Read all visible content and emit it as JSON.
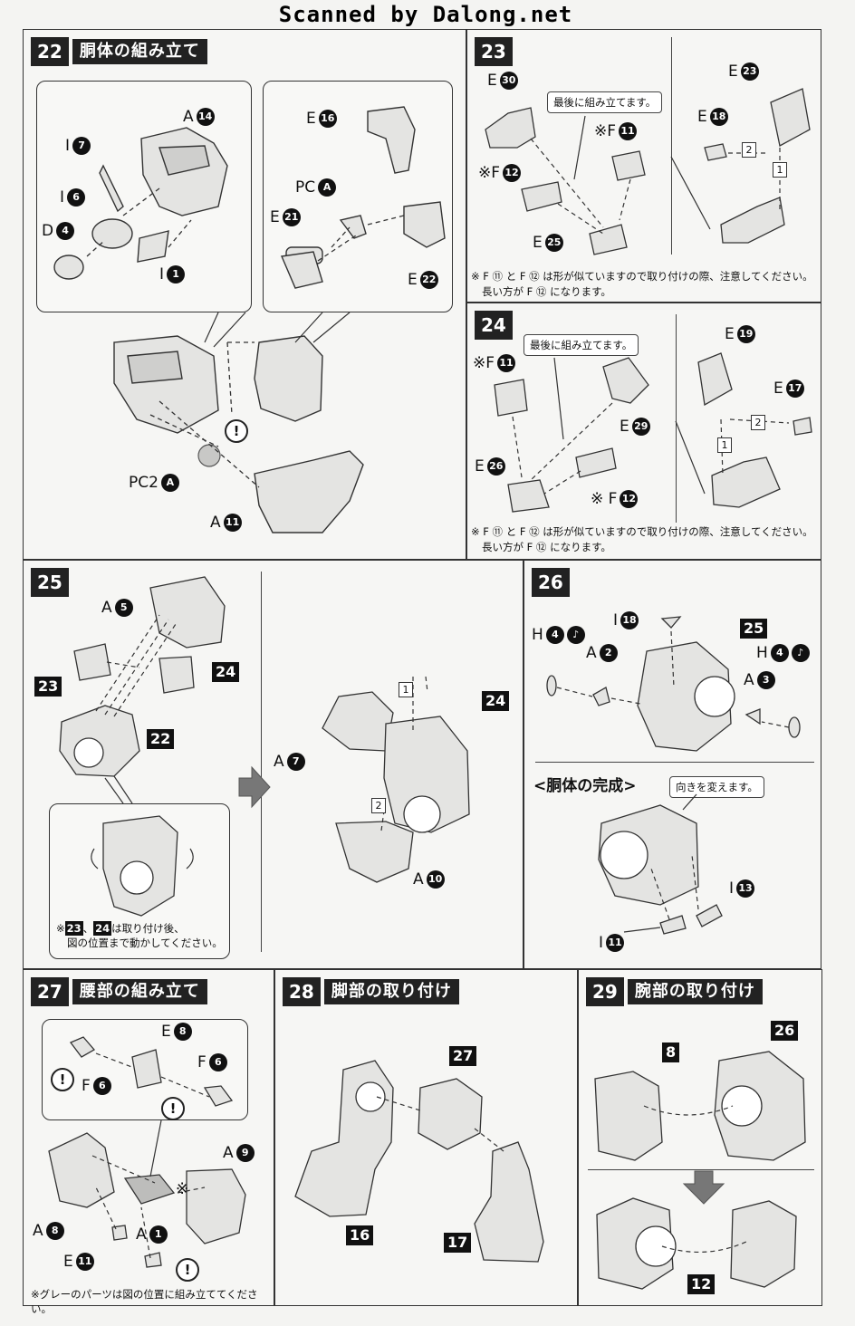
{
  "header": {
    "watermark": "Scanned by Dalong.net"
  },
  "steps": {
    "s22": {
      "number": "22",
      "title": "胴体の組み立て",
      "parts": {
        "a14": "A",
        "a14n": "14",
        "i7": "I",
        "i7n": "7",
        "i6": "I",
        "i6n": "6",
        "d4": "D",
        "d4n": "4",
        "i1": "I",
        "i1n": "1",
        "e16": "E",
        "e16n": "16",
        "pca": "PC",
        "pcan": "A",
        "e21": "E",
        "e21n": "21",
        "e22": "E",
        "e22n": "22",
        "pc2a": "PC2",
        "pc2an": "A",
        "a11": "A",
        "a11n": "11"
      }
    },
    "s23": {
      "number": "23",
      "callout": "最後に組み立てます。",
      "parts": {
        "e30": "E",
        "e30n": "30",
        "f11": "※F",
        "f11n": "11",
        "f12": "※F",
        "f12n": "12",
        "e25": "E",
        "e25n": "25",
        "e23": "E",
        "e23n": "23",
        "e18": "E",
        "e18n": "18",
        "ref1": "1",
        "ref2": "2"
      },
      "note1": "※ F ⑪ と F ⑫ は形が似ていますので取り付けの際、注意してください。",
      "note2": "長い方が F ⑫ になります。"
    },
    "s24": {
      "number": "24",
      "callout": "最後に組み立てます。",
      "parts": {
        "f11": "※F",
        "f11n": "11",
        "e29": "E",
        "e29n": "29",
        "e26": "E",
        "e26n": "26",
        "f12": "※ F",
        "f12n": "12",
        "e19": "E",
        "e19n": "19",
        "e17": "E",
        "e17n": "17",
        "ref1": "1",
        "ref2": "2"
      },
      "note1": "※ F ⑪ と F ⑫ は形が似ていますので取り付けの際、注意してください。",
      "note2": "長い方が F ⑫ になります。"
    },
    "s25": {
      "number": "25",
      "parts": {
        "a5": "A",
        "a5n": "5",
        "b23": "23",
        "b24": "24",
        "b22": "22",
        "a7": "A",
        "a7n": "7",
        "b24r": "24",
        "a10": "A",
        "a10n": "10",
        "ref1": "1",
        "ref2": "2"
      },
      "note_prefix": "※",
      "note_a": "23",
      "note_sep": "、",
      "note_b": "24",
      "note1": " は取り付け後、",
      "note2": "図の位置まで動かしてください。"
    },
    "s26": {
      "number": "26",
      "subtitle": "<胴体の完成>",
      "callout": "向きを変えます。",
      "parts": {
        "i18": "I",
        "i18n": "18",
        "b25": "25",
        "h4l": "H",
        "h4ln": "4",
        "a2": "A",
        "a2n": "2",
        "h4r": "H",
        "h4rn": "4",
        "a3": "A",
        "a3n": "3",
        "i13": "I",
        "i13n": "13",
        "i11": "I",
        "i11n": "11"
      }
    },
    "s27": {
      "number": "27",
      "title": "腰部の組み立て",
      "parts": {
        "e8": "E",
        "e8n": "8",
        "f6a": "F",
        "f6an": "6",
        "f6b": "F",
        "f6bn": "6",
        "a9": "A",
        "a9n": "9",
        "a8": "A",
        "a8n": "8",
        "a1": "A",
        "a1n": "1",
        "e11": "E",
        "e11n": "11",
        "mark": "※"
      },
      "note": "※グレーのパーツは図の位置に組み立ててください。"
    },
    "s28": {
      "number": "28",
      "title": "脚部の取り付け",
      "parts": {
        "b27": "27",
        "b16": "16",
        "b17": "17"
      }
    },
    "s29": {
      "number": "29",
      "title": "腕部の取り付け",
      "parts": {
        "b8": "8",
        "b26": "26",
        "b12": "12"
      }
    }
  }
}
